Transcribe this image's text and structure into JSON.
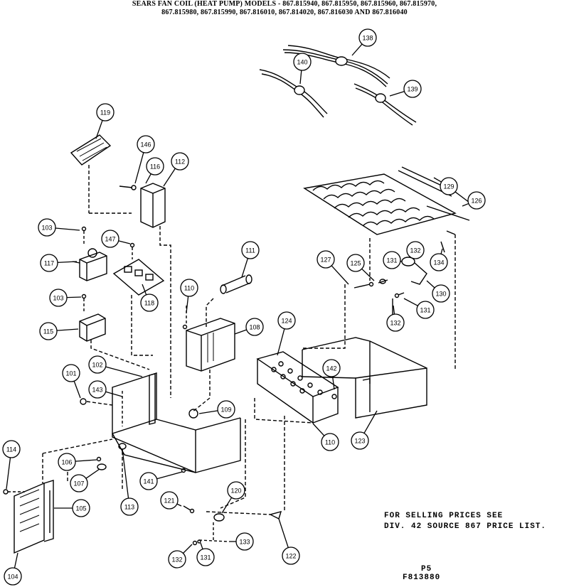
{
  "header": {
    "line1": "SEARS FAN COIL (HEAT PUMP) MODELS - 867.815940, 867.815950, 867.815960, 867.815970,",
    "line2": "867.815980, 867.815990, 867.816010, 867.814020, 867.816030 AND 867.816040"
  },
  "note": {
    "line1": "FOR SELLING PRICES SEE",
    "line2": "DIV. 42 SOURCE 867 PRICE LIST."
  },
  "footer": {
    "page": "P5",
    "code": "F813880"
  },
  "callouts": [
    {
      "id": "c138",
      "label": "138"
    },
    {
      "id": "c140",
      "label": "140"
    },
    {
      "id": "c139",
      "label": "139"
    },
    {
      "id": "c119",
      "label": "119"
    },
    {
      "id": "c146",
      "label": "146"
    },
    {
      "id": "c116",
      "label": "116"
    },
    {
      "id": "c112",
      "label": "112"
    },
    {
      "id": "c129",
      "label": "129"
    },
    {
      "id": "c126",
      "label": "126"
    },
    {
      "id": "c103a",
      "label": "103"
    },
    {
      "id": "c147",
      "label": "147"
    },
    {
      "id": "c117",
      "label": "117"
    },
    {
      "id": "c118",
      "label": "118"
    },
    {
      "id": "c111",
      "label": "111"
    },
    {
      "id": "c127",
      "label": "127"
    },
    {
      "id": "c125",
      "label": "125"
    },
    {
      "id": "c131a",
      "label": "131"
    },
    {
      "id": "c132a",
      "label": "132"
    },
    {
      "id": "c134",
      "label": "134"
    },
    {
      "id": "c130",
      "label": "130"
    },
    {
      "id": "c131b",
      "label": "131"
    },
    {
      "id": "c103b",
      "label": "103"
    },
    {
      "id": "c110a",
      "label": "110"
    },
    {
      "id": "c132b",
      "label": "132"
    },
    {
      "id": "c115",
      "label": "115"
    },
    {
      "id": "c108",
      "label": "108"
    },
    {
      "id": "c124",
      "label": "124"
    },
    {
      "id": "c101",
      "label": "101"
    },
    {
      "id": "c102",
      "label": "102"
    },
    {
      "id": "c142",
      "label": "142"
    },
    {
      "id": "c143",
      "label": "143"
    },
    {
      "id": "c109",
      "label": "109"
    },
    {
      "id": "c110b",
      "label": "110"
    },
    {
      "id": "c123",
      "label": "123"
    },
    {
      "id": "c114",
      "label": "114"
    },
    {
      "id": "c106",
      "label": "106"
    },
    {
      "id": "c107",
      "label": "107"
    },
    {
      "id": "c141",
      "label": "141"
    },
    {
      "id": "c105",
      "label": "105"
    },
    {
      "id": "c113",
      "label": "113"
    },
    {
      "id": "c121",
      "label": "121"
    },
    {
      "id": "c120",
      "label": "120"
    },
    {
      "id": "c133",
      "label": "133"
    },
    {
      "id": "c122",
      "label": "122"
    },
    {
      "id": "c132c",
      "label": "132"
    },
    {
      "id": "c131c",
      "label": "131"
    },
    {
      "id": "c104",
      "label": "104"
    }
  ]
}
